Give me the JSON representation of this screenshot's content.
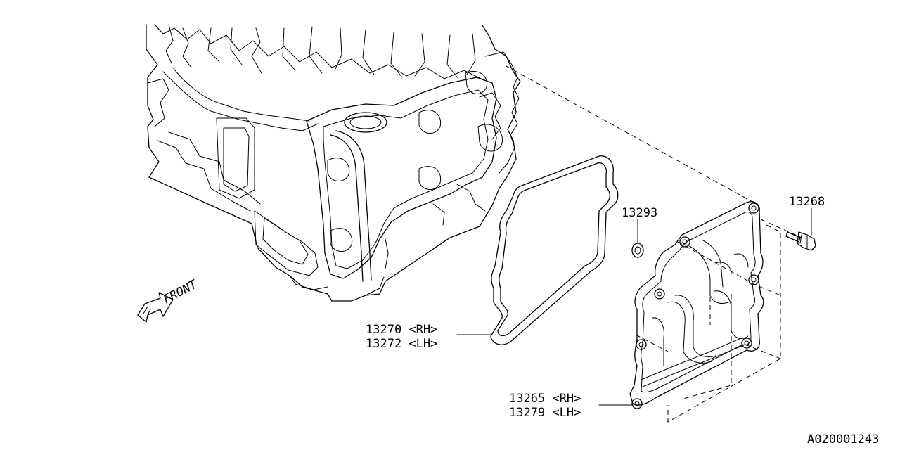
{
  "parts": [
    {
      "id": "13268",
      "label": "13268"
    },
    {
      "id": "13293",
      "label": "13293"
    },
    {
      "id": "13270",
      "label": "13270 <RH>"
    },
    {
      "id": "13272",
      "label": "13272 <LH>"
    },
    {
      "id": "13265",
      "label": "13265 <RH>"
    },
    {
      "id": "13279",
      "label": "13279 <LH>"
    }
  ],
  "direction_label": "FRONT",
  "diagram_code": "A020001243"
}
